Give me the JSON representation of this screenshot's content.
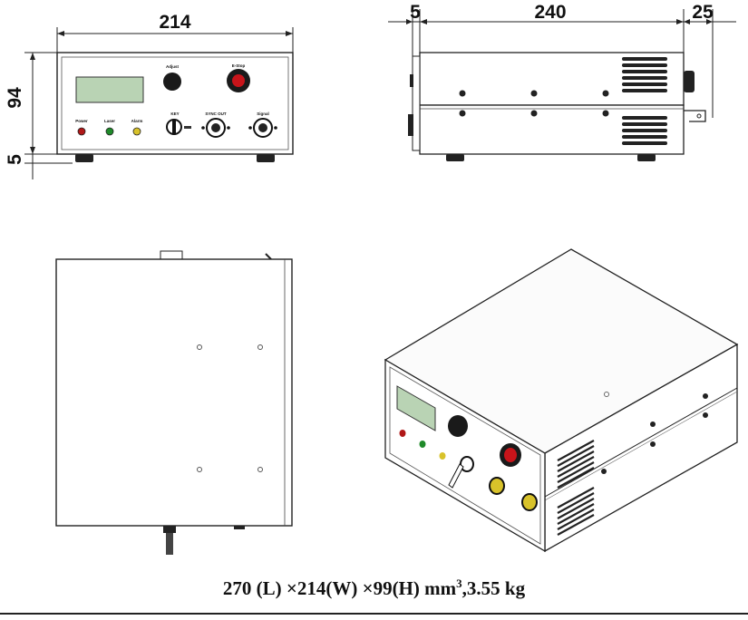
{
  "front_view": {
    "width_dim": "214",
    "height_dim": "94",
    "foot_dim": "5",
    "labels": {
      "adjust": "Adjust",
      "estop": "E-Stop",
      "power": "Power",
      "laser": "Laser",
      "alarm": "Alarm",
      "key": "KEY",
      "sync_out": "SYNC OUT",
      "signal": "Signal"
    }
  },
  "side_view": {
    "left_dim": "5",
    "length_dim": "240",
    "right_dim": "25"
  },
  "caption": {
    "main": "270 (L) ×214(W) ×99(H) mm",
    "sup": "3",
    "tail": ",3.55 kg"
  }
}
